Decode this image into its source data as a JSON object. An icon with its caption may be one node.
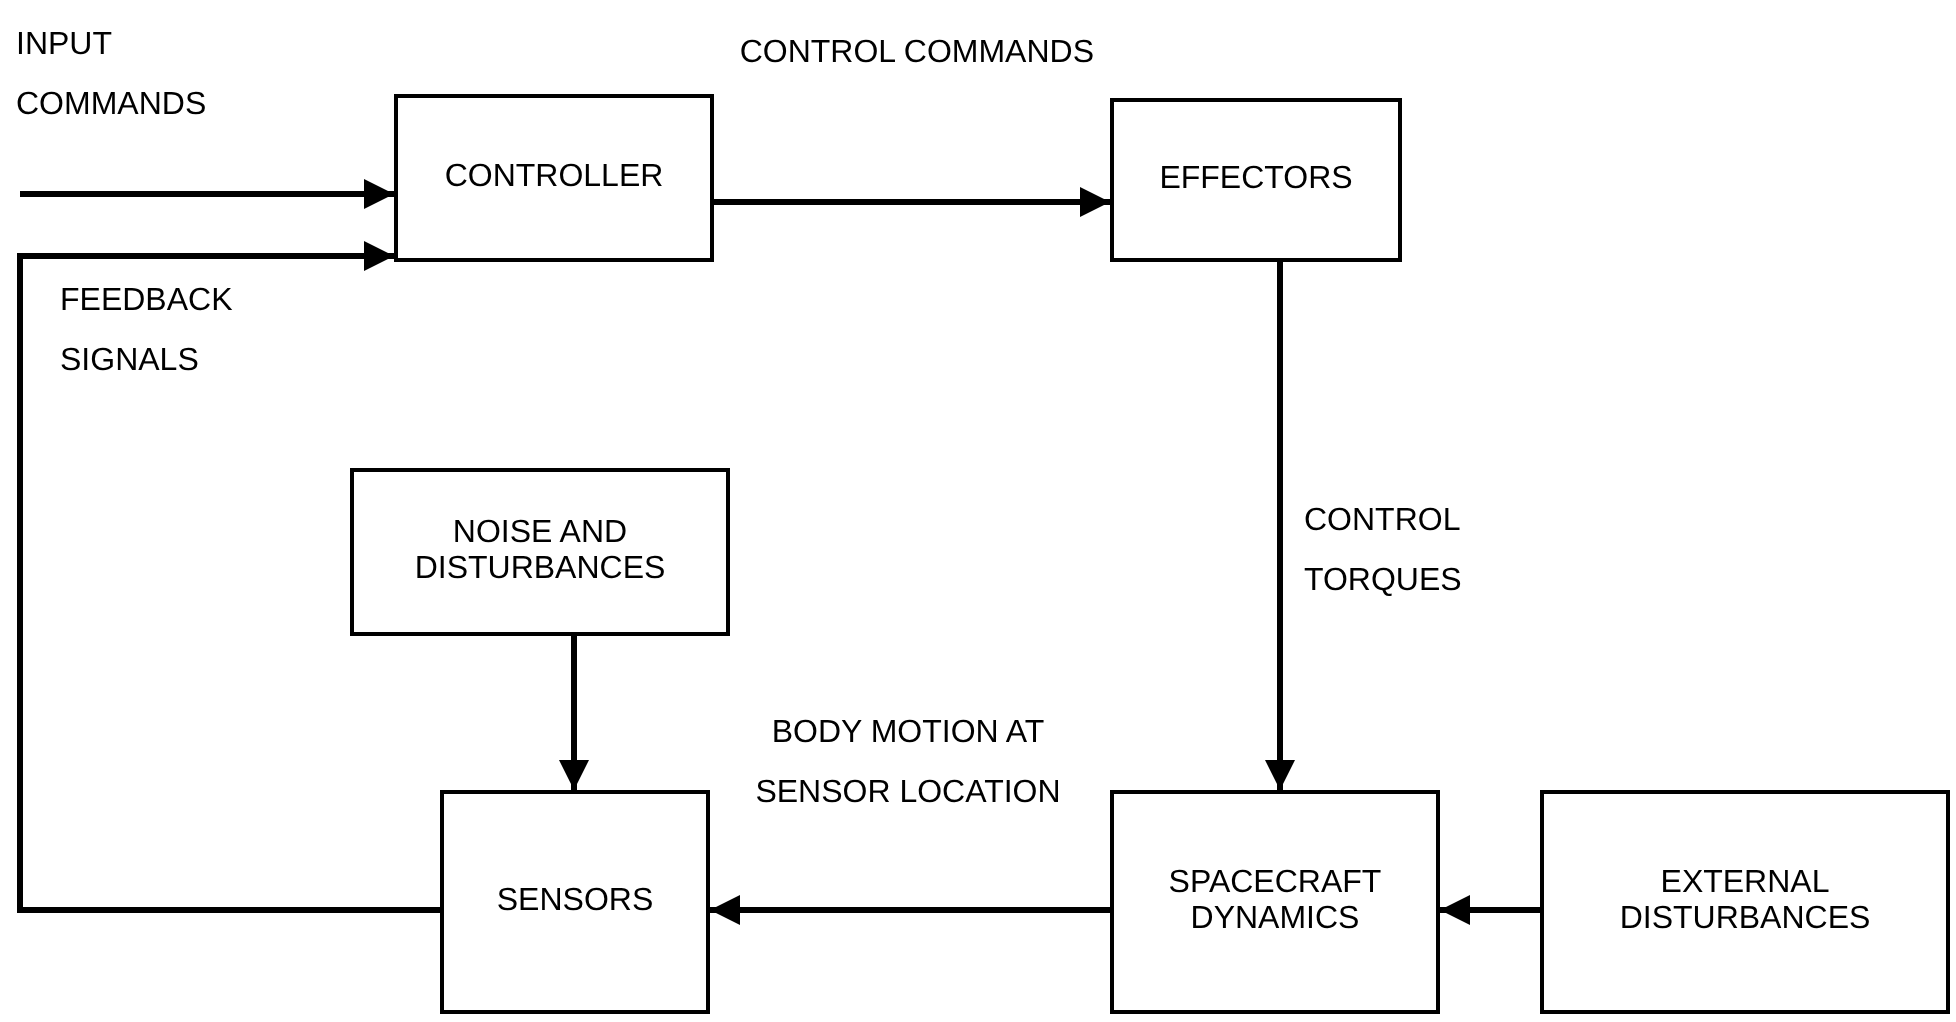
{
  "diagram": {
    "nodes": [
      {
        "text": [
          "CONTROLLER"
        ]
      },
      {
        "text": [
          "EFFECTORS"
        ]
      },
      {
        "text": [
          "NOISE AND DISTURBANCES"
        ]
      },
      {
        "text": [
          "SENSORS"
        ]
      },
      {
        "text": [
          "SPACECRAFT DYNAMICS"
        ]
      },
      {
        "text": [
          "EXTERNAL DISTURBANCES"
        ]
      }
    ],
    "edges": [
      {
        "from": null,
        "to": 0,
        "arrow": "to",
        "label": "INPUT COMMANDS"
      },
      {
        "from": 0,
        "to": 1,
        "arrow": "to",
        "label": "CONTROL COMMANDS"
      },
      {
        "from": 1,
        "to": 4,
        "arrow": "to",
        "label": "CONTROL TORQUES"
      },
      {
        "from": 2,
        "to": 3,
        "arrow": "to"
      },
      {
        "from": 4,
        "to": 3,
        "arrow": "to",
        "label": "BODY MOTION AT SENSOR LOCATION"
      },
      {
        "from": 5,
        "to": 4,
        "arrow": "to"
      },
      {
        "from": 3,
        "to": 0,
        "arrow": "to",
        "label": "FEEDBACK SIGNALS"
      }
    ]
  }
}
